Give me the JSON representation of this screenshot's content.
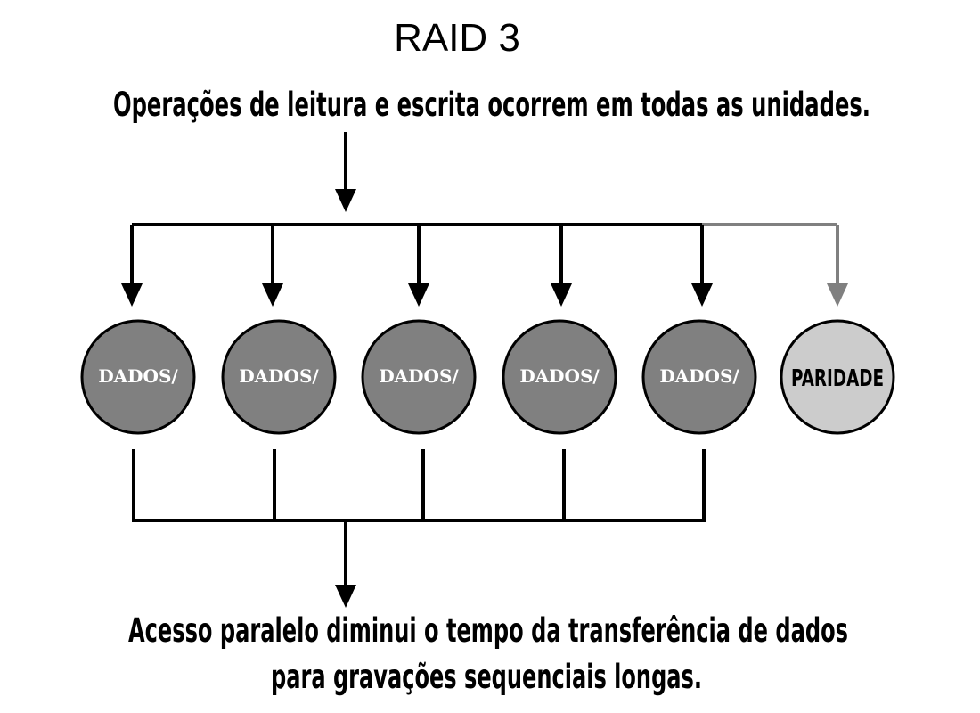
{
  "title": "RAID 3",
  "top_caption": "Operações de leitura e escrita ocorrem em todas as unidades.",
  "bottom_caption": [
    "Acesso paralelo diminui o tempo da transferência de dados",
    "para gravações sequenciais longas."
  ],
  "disks": [
    {
      "label": "DADOS/",
      "type": "data"
    },
    {
      "label": "DADOS/",
      "type": "data"
    },
    {
      "label": "DADOS/",
      "type": "data"
    },
    {
      "label": "DADOS/",
      "type": "data"
    },
    {
      "label": "DADOS/",
      "type": "data"
    },
    {
      "label": "PARIDADE",
      "type": "parity"
    }
  ],
  "colors": {
    "data_disk": "#808080",
    "parity_disk": "#cccccc",
    "parity_connector": "#808080",
    "lines": "#000000"
  }
}
